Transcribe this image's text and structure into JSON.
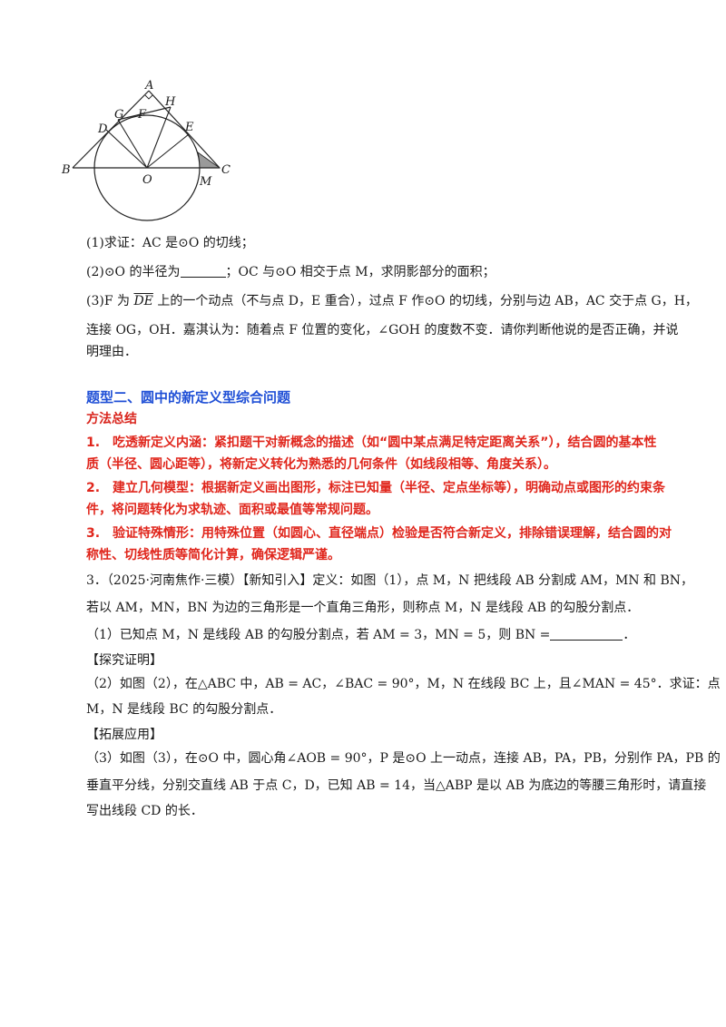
{
  "figure": {
    "labels": {
      "A": "A",
      "H": "H",
      "G": "G",
      "F": "F",
      "D": "D",
      "E": "E",
      "B": "B",
      "O": "O",
      "M": "M",
      "C": "C"
    }
  },
  "q1": "(1)求证：AC 是⊙O 的切线；",
  "q2a": "(2)⊙O 的半径为",
  "q2b": "；OC 与⊙O 相交于点 M，求阴影部分的面积；",
  "q3a": "(3)F 为 ",
  "q3arc": "DE",
  "q3b": " 上的一个动点（不与点 D，E 重合），过点 F 作⊙O 的切线，分别与边 AB，AC 交于点 G，H，",
  "q3c": "连接 OG，OH．嘉淇认为：随着点 F 位置的变化，∠GOH 的度数不变．请你判断他说的是否正确，并说",
  "q3d": "明理由．",
  "section_title": "题型二、圆中的新定义型综合问题",
  "method_title": "方法总结",
  "m1a": "1.　吃透新定义内涵：紧扣题干对新概念的描述（如“圆中某点满足特定距离关系”），结合圆的基本性",
  "m1b": "质（半径、圆心距等），将新定义转化为熟悉的几何条件（如线段相等、角度关系）。",
  "m2a": "2.　建立几何模型：根据新定义画出图形，标注已知量（半径、定点坐标等），明确动点或图形的约束条",
  "m2b": "件，将问题转化为求轨迹、面积或最值等常规问题。",
  "m3a": "3.　验证特殊情形：用特殊位置（如圆心、直径端点）检验是否符合新定义，排除错误理解，结合圆的对",
  "m3b": "称性、切线性质等简化计算，确保逻辑严谨。",
  "p3a": "3．（2025·河南焦作·三模）【新知引入】定义：如图（1），点 M，N 把线段 AB 分割成 AM，MN 和 BN，",
  "p3b": "若以 AM，MN，BN 为边的三角形是一个直角三角形，则称点 M，N 是线段 AB 的勾股分割点．",
  "p3c": "（1）已知点 M，N 是线段 AB 的勾股分割点，若 AM = 3，MN = 5，则 BN =",
  "p3c_end": "．",
  "explore": "【探究证明】",
  "p3d": "（2）如图（2），在△ABC 中，AB = AC，∠BAC = 90°，M，N 在线段 BC 上，且∠MAN = 45°．求证：点",
  "p3e": "M，N 是线段 BC 的勾股分割点．",
  "expand": "【拓展应用】",
  "p3f": "（3）如图（3），在⊙O 中，圆心角∠AOB = 90°，P 是⊙O 上一动点，连接 AB，PA，PB，分别作 PA，PB 的",
  "p3g": "垂直平分线，分别交直线 AB 于点 C，D，已知 AB = 14，当△ABP 是以 AB 为底边的等腰三角形时，请直接",
  "p3h": "写出线段 CD 的长．"
}
